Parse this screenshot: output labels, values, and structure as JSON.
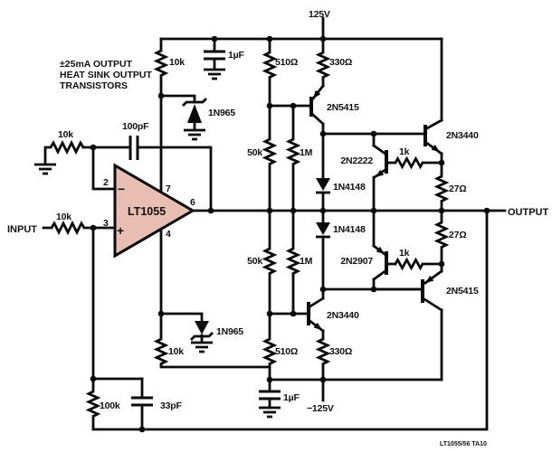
{
  "note": {
    "line1": "±25mA OUTPUT",
    "line2": "HEAT SINK OUTPUT",
    "line3": "TRANSISTORS"
  },
  "supply": {
    "positive": "125V",
    "negative": "−125V"
  },
  "io": {
    "input": "INPUT",
    "output": "OUTPUT"
  },
  "opamp": {
    "part": "LT1055",
    "pin_inverting": "2",
    "pin_noninverting": "3",
    "pin_vplus": "7",
    "pin_vminus": "4",
    "pin_output": "6",
    "inverting_sign": "−",
    "noninverting_sign": "+"
  },
  "figure_ref": "LT1055/56 TA10",
  "components": {
    "r_supply_top": "10k",
    "c_bypass_top": "1µF",
    "zener_top": "1N965",
    "r510_top": "510Ω",
    "r330_top": "330Ω",
    "q_drive_top": "2N5415",
    "q_out_top": "2N3440",
    "q_limit_top": "2N2222",
    "r1k_top": "1k",
    "r27_top": "27Ω",
    "d_top": "1N4148",
    "r50k_top": "50k",
    "r1m_top": "1M",
    "d_bot": "1N4148",
    "q_limit_bot": "2N2907",
    "r1k_bot": "1k",
    "r27_bot": "27Ω",
    "q_out_bot": "2N5415",
    "q_drive_bot": "2N3440",
    "r50k_bot": "50k",
    "r1m_bot": "1M",
    "r510_bot": "510Ω",
    "r330_bot": "330Ω",
    "r_supply_bot": "10k",
    "zener_bot": "1N965",
    "c_bypass_bot": "1µF",
    "r_ground": "10k",
    "c_comp": "100pF",
    "r_input": "10k",
    "r_feedback": "100k",
    "c_feedback": "33pF"
  }
}
